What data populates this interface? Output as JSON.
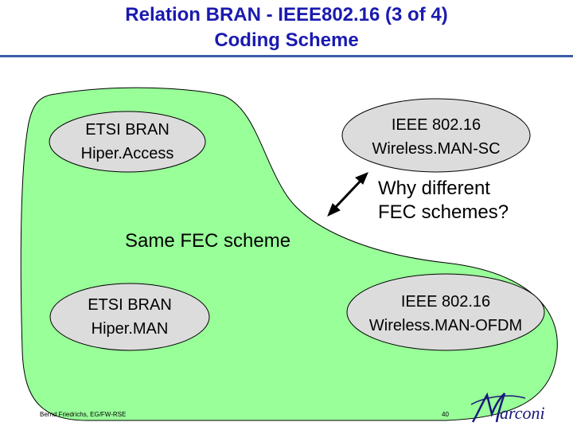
{
  "slide": {
    "title_line_1": "Relation BRAN - IEEE802.16 (3 of 4)",
    "title_line_2": "Coding Scheme"
  },
  "ovals": {
    "hiperaccess": {
      "line1": "ETSI BRAN",
      "line2": "Hiper.Access"
    },
    "hiperman": {
      "line1": "ETSI BRAN",
      "line2": "Hiper.MAN"
    },
    "man_sc": {
      "line1": "IEEE 802.16",
      "line2": "Wireless.MAN-SC"
    },
    "man_ofdm": {
      "line1": "IEEE 802.16",
      "line2": "Wireless.MAN-OFDM"
    }
  },
  "labels": {
    "same_fec": "Same FEC scheme",
    "why_line1": "Why different",
    "why_line2": "FEC schemes?"
  },
  "footer": {
    "author": "Bernd Friedrichs, EG/FW-RSE",
    "page": "40",
    "logo_text": "Marconi"
  },
  "colors": {
    "title": "#1a1ab0",
    "region_fill": "#99ff99",
    "oval_fill": "#dcdcdc"
  }
}
